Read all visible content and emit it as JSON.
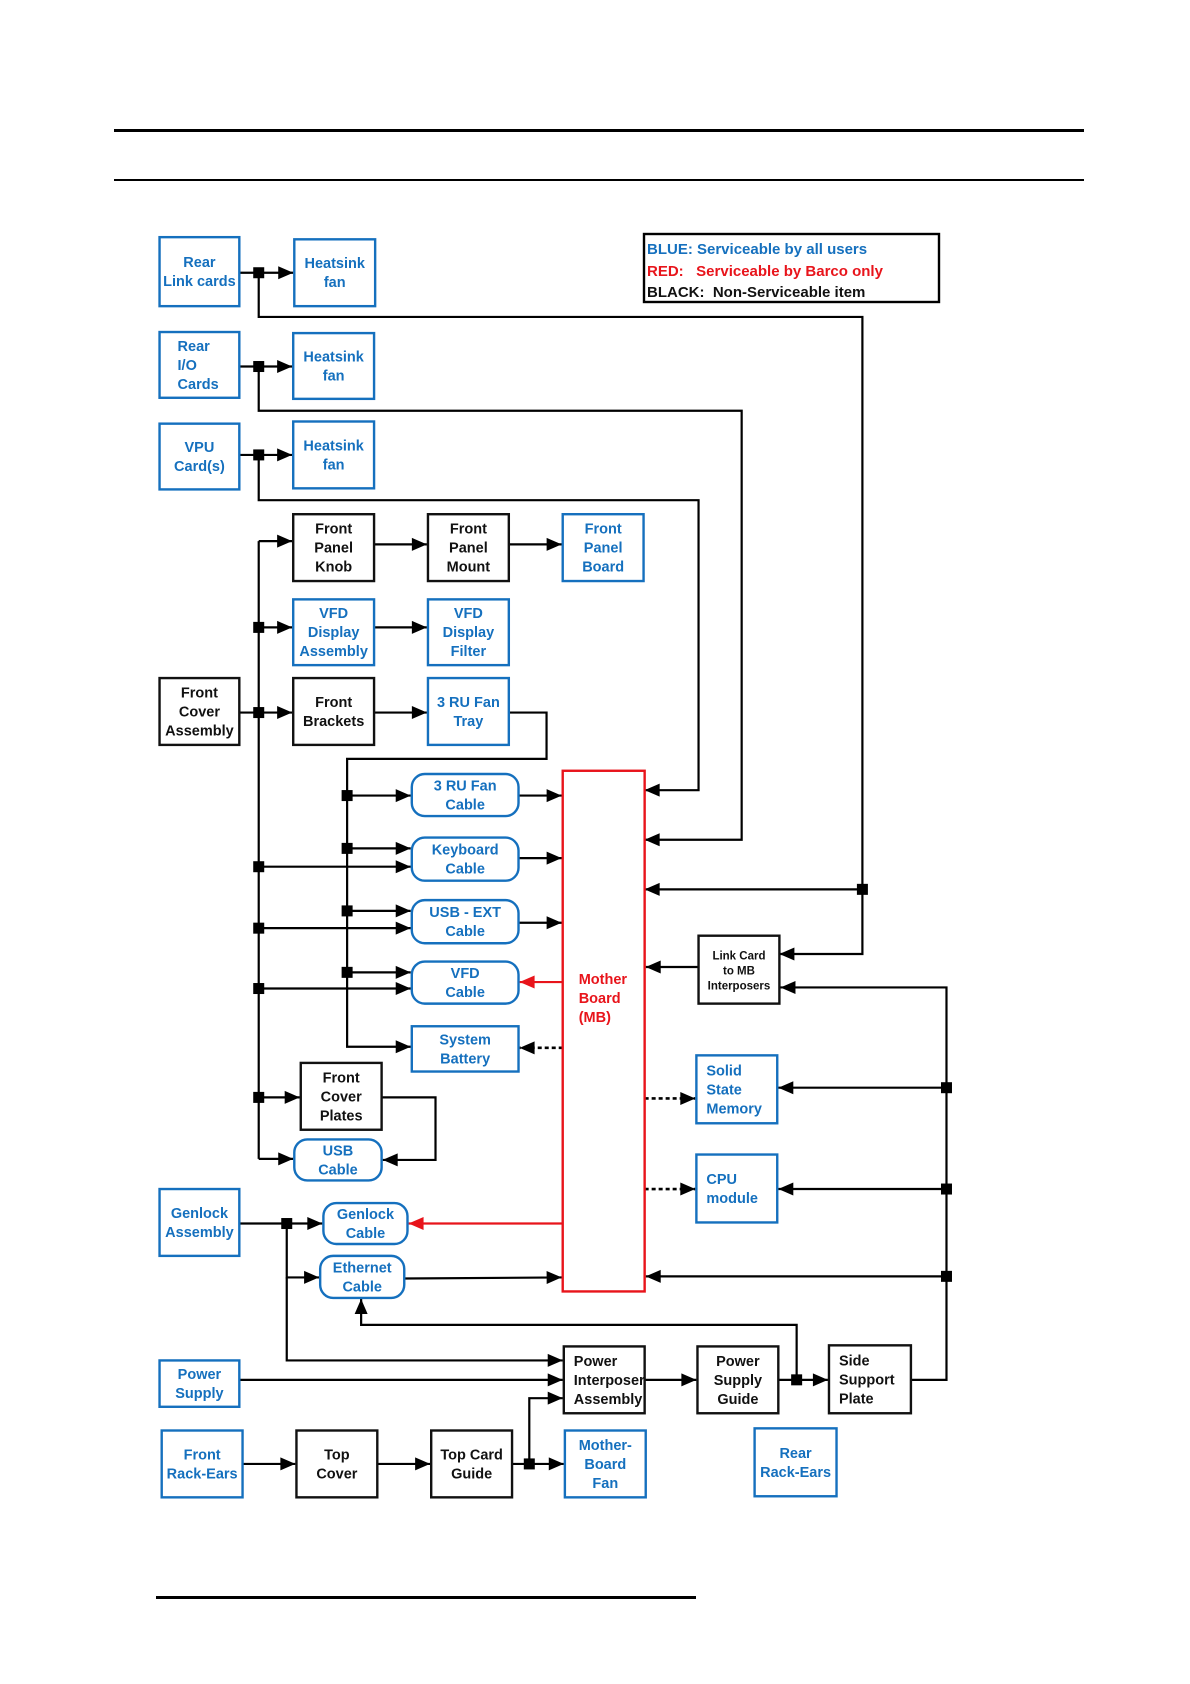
{
  "legend": {
    "lines": [
      {
        "text": "BLUE: Serviceable by all users",
        "color": "#1570be"
      },
      {
        "text": "RED:   Serviceable by Barco only",
        "color": "#e8141b"
      },
      {
        "text": "BLACK:  Non-Serviceable item",
        "color": "#111111"
      }
    ]
  },
  "colors": {
    "blue": "#1570be",
    "red": "#e8141b",
    "black": "#111111"
  },
  "nodes": [
    {
      "id": "rear-link-cards",
      "lines": [
        "Rear",
        "Link cards"
      ],
      "category": "blue",
      "shape": "rect"
    },
    {
      "id": "heatsink-fan-1",
      "lines": [
        "Heatsink",
        "fan"
      ],
      "category": "blue",
      "shape": "rect"
    },
    {
      "id": "rear-io-cards",
      "lines": [
        "Rear",
        "I/O",
        "Cards"
      ],
      "category": "blue",
      "shape": "rect"
    },
    {
      "id": "heatsink-fan-2",
      "lines": [
        "Heatsink",
        "fan"
      ],
      "category": "blue",
      "shape": "rect"
    },
    {
      "id": "vpu-cards",
      "lines": [
        "VPU",
        "Card(s)"
      ],
      "category": "blue",
      "shape": "rect"
    },
    {
      "id": "heatsink-fan-3",
      "lines": [
        "Heatsink",
        "fan"
      ],
      "category": "blue",
      "shape": "rect"
    },
    {
      "id": "front-panel-knob",
      "lines": [
        "Front",
        "Panel",
        "Knob"
      ],
      "category": "black",
      "shape": "rect"
    },
    {
      "id": "front-panel-mount",
      "lines": [
        "Front",
        "Panel",
        "Mount"
      ],
      "category": "black",
      "shape": "rect"
    },
    {
      "id": "front-panel-board",
      "lines": [
        "Front",
        "Panel",
        "Board"
      ],
      "category": "blue",
      "shape": "rect"
    },
    {
      "id": "vfd-display-assembly",
      "lines": [
        "VFD",
        "Display",
        "Assembly"
      ],
      "category": "blue",
      "shape": "rect"
    },
    {
      "id": "vfd-display-filter",
      "lines": [
        "VFD",
        "Display",
        "Filter"
      ],
      "category": "blue",
      "shape": "rect"
    },
    {
      "id": "front-cover-assembly",
      "lines": [
        "Front",
        "Cover",
        "Assembly"
      ],
      "category": "black",
      "shape": "rect"
    },
    {
      "id": "front-brackets",
      "lines": [
        "Front",
        "Brackets"
      ],
      "category": "black",
      "shape": "rect"
    },
    {
      "id": "fan-tray-3ru",
      "lines": [
        "3 RU Fan",
        "Tray"
      ],
      "category": "blue",
      "shape": "rect"
    },
    {
      "id": "fan-cable-3ru",
      "lines": [
        "3 RU Fan",
        "Cable"
      ],
      "category": "blue",
      "shape": "rounded"
    },
    {
      "id": "keyboard-cable",
      "lines": [
        "Keyboard",
        "Cable"
      ],
      "category": "blue",
      "shape": "rounded"
    },
    {
      "id": "usb-ext-cable",
      "lines": [
        "USB - EXT",
        "Cable"
      ],
      "category": "blue",
      "shape": "rounded"
    },
    {
      "id": "vfd-cable",
      "lines": [
        "VFD",
        "Cable"
      ],
      "category": "blue",
      "shape": "rounded"
    },
    {
      "id": "system-battery",
      "lines": [
        "System",
        "Battery"
      ],
      "category": "blue",
      "shape": "rect"
    },
    {
      "id": "mother-board",
      "lines": [
        "Mother",
        "Board",
        "(MB)"
      ],
      "category": "red",
      "shape": "rect"
    },
    {
      "id": "front-cover-plates",
      "lines": [
        "Front",
        "Cover",
        "Plates"
      ],
      "category": "black",
      "shape": "rect"
    },
    {
      "id": "usb-cable",
      "lines": [
        "USB",
        "Cable"
      ],
      "category": "blue",
      "shape": "rounded"
    },
    {
      "id": "genlock-assembly",
      "lines": [
        "Genlock",
        "Assembly"
      ],
      "category": "blue",
      "shape": "rect"
    },
    {
      "id": "genlock-cable",
      "lines": [
        "Genlock",
        "Cable"
      ],
      "category": "blue",
      "shape": "rounded"
    },
    {
      "id": "ethernet-cable",
      "lines": [
        "Ethernet",
        "Cable"
      ],
      "category": "blue",
      "shape": "rounded"
    },
    {
      "id": "link-card-to-mb-interposers",
      "lines": [
        "Link Card",
        "to MB",
        "Interposers"
      ],
      "category": "black",
      "shape": "rect"
    },
    {
      "id": "solid-state-memory",
      "lines": [
        "Solid",
        "State",
        "Memory"
      ],
      "category": "blue",
      "shape": "rect"
    },
    {
      "id": "cpu-module",
      "lines": [
        "CPU",
        "module"
      ],
      "category": "blue",
      "shape": "rect"
    },
    {
      "id": "power-supply",
      "lines": [
        "Power",
        "Supply"
      ],
      "category": "blue",
      "shape": "rect"
    },
    {
      "id": "power-interposer-assembly",
      "lines": [
        "Power",
        "Interposer",
        "Assembly"
      ],
      "category": "black",
      "shape": "rect"
    },
    {
      "id": "power-supply-guide",
      "lines": [
        "Power",
        "Supply",
        "Guide"
      ],
      "category": "black",
      "shape": "rect"
    },
    {
      "id": "side-support-plate",
      "lines": [
        "Side",
        "Support",
        "Plate"
      ],
      "category": "black",
      "shape": "rect"
    },
    {
      "id": "front-rack-ears",
      "lines": [
        "Front",
        "Rack-Ears"
      ],
      "category": "blue",
      "shape": "rect"
    },
    {
      "id": "top-cover",
      "lines": [
        "Top",
        "Cover"
      ],
      "category": "black",
      "shape": "rect"
    },
    {
      "id": "top-card-guide",
      "lines": [
        "Top Card",
        "Guide"
      ],
      "category": "black",
      "shape": "rect"
    },
    {
      "id": "mother-board-fan",
      "lines": [
        "Mother-",
        "Board",
        "Fan"
      ],
      "category": "blue",
      "shape": "rect"
    },
    {
      "id": "rear-rack-ears",
      "lines": [
        "Rear",
        "Rack-Ears"
      ],
      "category": "blue",
      "shape": "rect"
    }
  ],
  "edges": [
    {
      "from": "rear-link-cards",
      "to": "heatsink-fan-1",
      "style": "solid"
    },
    {
      "from": "rear-link-cards",
      "to": "link-card-to-mb-interposers",
      "style": "solid"
    },
    {
      "from": "rear-link-cards",
      "to": "mother-board",
      "style": "solid"
    },
    {
      "from": "rear-io-cards",
      "to": "heatsink-fan-2",
      "style": "solid"
    },
    {
      "from": "rear-io-cards",
      "to": "mother-board",
      "style": "solid"
    },
    {
      "from": "vpu-cards",
      "to": "heatsink-fan-3",
      "style": "solid"
    },
    {
      "from": "vpu-cards",
      "to": "mother-board",
      "style": "solid"
    },
    {
      "from": "front-cover-assembly",
      "to": "front-panel-knob",
      "style": "solid"
    },
    {
      "from": "front-panel-knob",
      "to": "front-panel-mount",
      "style": "solid"
    },
    {
      "from": "front-panel-mount",
      "to": "front-panel-board",
      "style": "solid"
    },
    {
      "from": "front-cover-assembly",
      "to": "vfd-display-assembly",
      "style": "solid"
    },
    {
      "from": "vfd-display-assembly",
      "to": "vfd-display-filter",
      "style": "solid"
    },
    {
      "from": "front-cover-assembly",
      "to": "front-brackets",
      "style": "solid"
    },
    {
      "from": "front-brackets",
      "to": "fan-tray-3ru",
      "style": "solid"
    },
    {
      "from": "fan-tray-3ru",
      "to": "fan-cable-3ru",
      "style": "solid"
    },
    {
      "from": "fan-tray-3ru",
      "to": "keyboard-cable",
      "style": "solid"
    },
    {
      "from": "fan-tray-3ru",
      "to": "usb-ext-cable",
      "style": "solid"
    },
    {
      "from": "fan-tray-3ru",
      "to": "vfd-cable",
      "style": "solid"
    },
    {
      "from": "fan-tray-3ru",
      "to": "system-battery",
      "style": "solid"
    },
    {
      "from": "front-cover-assembly",
      "to": "keyboard-cable",
      "style": "solid"
    },
    {
      "from": "front-cover-assembly",
      "to": "usb-ext-cable",
      "style": "solid"
    },
    {
      "from": "front-cover-assembly",
      "to": "vfd-cable",
      "style": "solid"
    },
    {
      "from": "front-cover-assembly",
      "to": "front-cover-plates",
      "style": "solid"
    },
    {
      "from": "front-cover-assembly",
      "to": "usb-cable",
      "style": "solid"
    },
    {
      "from": "front-cover-plates",
      "to": "usb-cable",
      "style": "solid"
    },
    {
      "from": "fan-cable-3ru",
      "to": "mother-board",
      "style": "solid"
    },
    {
      "from": "keyboard-cable",
      "to": "mother-board",
      "style": "solid"
    },
    {
      "from": "usb-ext-cable",
      "to": "mother-board",
      "style": "solid"
    },
    {
      "from": "mother-board",
      "to": "vfd-cable",
      "style": "red"
    },
    {
      "from": "mother-board",
      "to": "system-battery",
      "style": "dashed"
    },
    {
      "from": "mother-board",
      "to": "genlock-cable",
      "style": "red"
    },
    {
      "from": "mother-board",
      "to": "solid-state-memory",
      "style": "dashed"
    },
    {
      "from": "mother-board",
      "to": "cpu-module",
      "style": "dashed"
    },
    {
      "from": "link-card-to-mb-interposers",
      "to": "mother-board",
      "style": "solid"
    },
    {
      "from": "genlock-assembly",
      "to": "genlock-cable",
      "style": "solid"
    },
    {
      "from": "genlock-assembly",
      "to": "ethernet-cable",
      "style": "solid"
    },
    {
      "from": "genlock-assembly",
      "to": "power-interposer-assembly",
      "style": "solid"
    },
    {
      "from": "ethernet-cable",
      "to": "mother-board",
      "style": "solid"
    },
    {
      "from": "power-supply",
      "to": "power-interposer-assembly",
      "style": "solid"
    },
    {
      "from": "power-interposer-assembly",
      "to": "power-supply-guide",
      "style": "solid"
    },
    {
      "from": "power-supply-guide",
      "to": "side-support-plate",
      "style": "solid"
    },
    {
      "from": "power-supply-guide",
      "to": "ethernet-cable",
      "style": "solid"
    },
    {
      "from": "side-support-plate",
      "to": "mother-board",
      "style": "solid"
    },
    {
      "from": "side-support-plate",
      "to": "cpu-module",
      "style": "solid"
    },
    {
      "from": "side-support-plate",
      "to": "solid-state-memory",
      "style": "solid"
    },
    {
      "from": "side-support-plate",
      "to": "link-card-to-mb-interposers",
      "style": "solid"
    },
    {
      "from": "front-rack-ears",
      "to": "top-cover",
      "style": "solid"
    },
    {
      "from": "top-cover",
      "to": "top-card-guide",
      "style": "solid"
    },
    {
      "from": "top-card-guide",
      "to": "mother-board-fan",
      "style": "solid"
    },
    {
      "from": "top-card-guide",
      "to": "power-interposer-assembly",
      "style": "solid"
    }
  ]
}
